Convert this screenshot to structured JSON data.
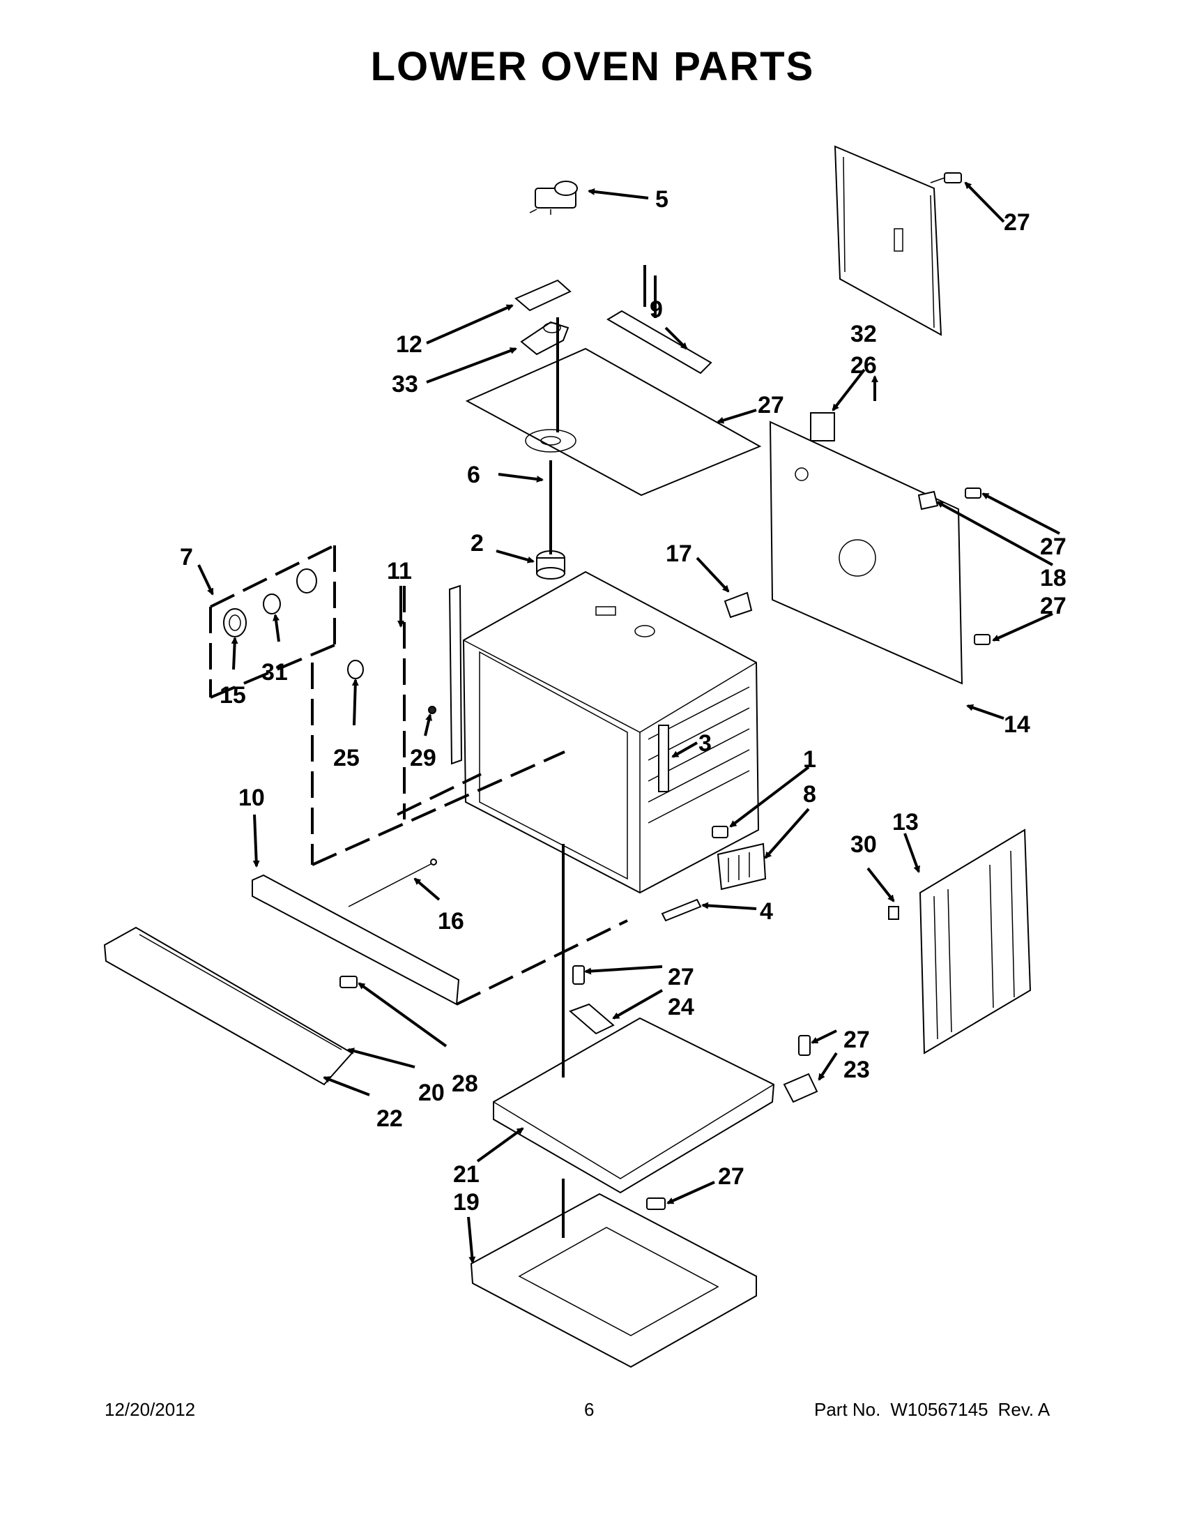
{
  "title": "LOWER OVEN PARTS",
  "footer": {
    "date": "12/20/2012",
    "page": "6",
    "part_label": "Part No.",
    "part_number": "W10567145",
    "revision": "Rev.  A"
  },
  "callouts": {
    "c1": "1",
    "c2": "2",
    "c3": "3",
    "c4": "4",
    "c5": "5",
    "c6": "6",
    "c7": "7",
    "c8": "8",
    "c9": "9",
    "c10": "10",
    "c11": "11",
    "c12": "12",
    "c13": "13",
    "c14": "14",
    "c15": "15",
    "c16": "16",
    "c17": "17",
    "c18": "18",
    "c19": "19",
    "c20": "20",
    "c21": "21",
    "c22": "22",
    "c23": "23",
    "c24": "24",
    "c25": "25",
    "c26": "26",
    "c27": "27",
    "c28": "28",
    "c29": "29",
    "c30": "30",
    "c31": "31",
    "c32": "32",
    "c33": "33"
  }
}
